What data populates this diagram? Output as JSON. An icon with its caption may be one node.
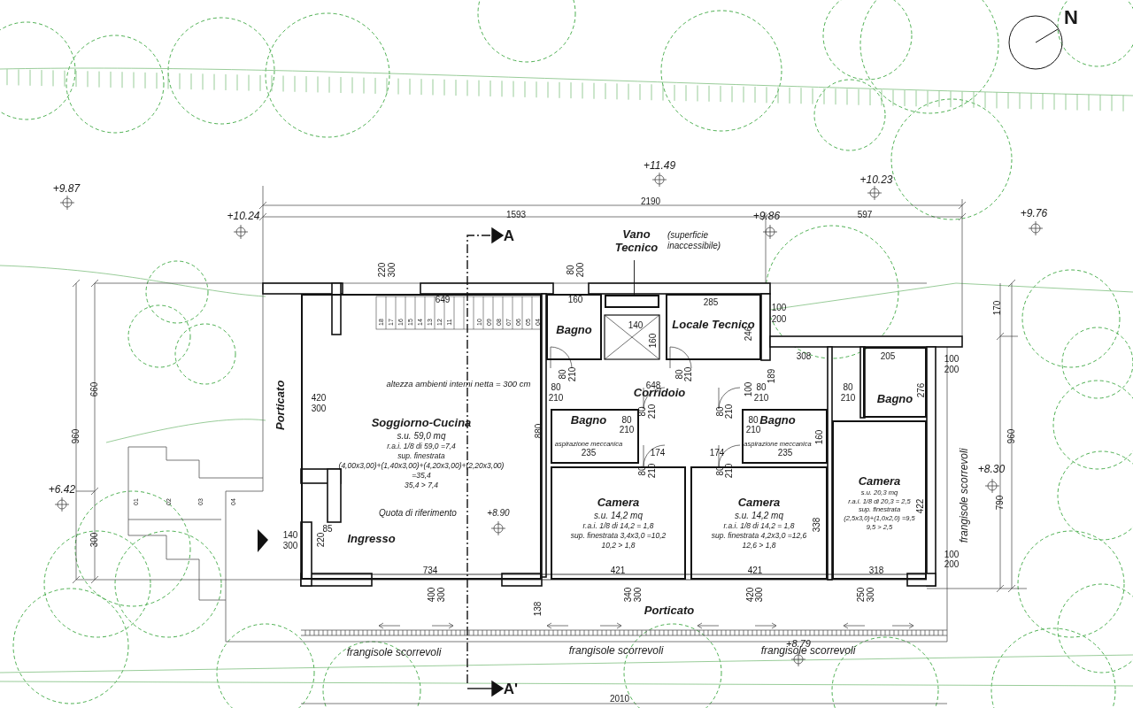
{
  "diagram": {
    "nodes": [
      {
        "text": [
          "Porticato"
        ]
      },
      {
        "text": [
          "Vano Tecnico"
        ],
        "beside": [
          "(superficie inaccessibile)"
        ]
      },
      {
        "text": [],
        "shape": "box"
      },
      {
        "text": [
          "Bagno"
        ]
      },
      {
        "text": [
          "Locale Tecnico"
        ]
      },
      {
        "text": [
          "Corridoio"
        ]
      },
      {
        "text": [
          "Bagno",
          "aspirazione meccanica"
        ]
      },
      {
        "text": [
          "Bagno",
          "aspirazione meccanica"
        ]
      },
      {
        "text": [
          "Bagno"
        ]
      },
      {
        "text": [
          "Soggiorno-Cucina",
          "s.u. 59,0 mq",
          "r.a.i. 1/8 di 59,0 =7,4",
          "sup. finestrata",
          "(4,00x3,00)+(1,40x3,00)+(4,20x3,00)+(2,20x3,00)",
          "=35,4",
          "35,4 > 7,4"
        ]
      },
      {
        "text": [
          "Ingresso"
        ],
        "in": 9
      },
      {
        "text": [
          "Camera",
          "s.u. 14,2 mq",
          "r.a.i. 1/8 di 14,2 = 1,8",
          "sup. finestrata 3,4x3,0 =10,2",
          "10,2 > 1,8"
        ]
      },
      {
        "text": [
          "Camera",
          "s.u. 14,2 mq",
          "r.a.i. 1/8 di 14,2 = 1,8",
          "sup. finestrata 4,2x3,0 =12,6",
          "12,6 > 1,8"
        ]
      },
      {
        "text": [
          "Camera",
          "s.u. 20,3 mq",
          "r.a.i. 1/8 di 20,3 = 2,5",
          "sup. finestrata",
          "(2,5x3,0)+(1,0x2,0) =9,5",
          "9,5 > 2,5"
        ]
      },
      {
        "text": [
          "Porticato"
        ]
      }
    ],
    "edges": [
      {
        "from": 1,
        "to": 2,
        "arrow": "none"
      }
    ],
    "labels": [
      "N",
      "+11.49",
      "+9.87",
      "+10.23",
      "2190",
      "+10.24",
      "1593",
      "+9.86",
      "597",
      "+9.76",
      "A",
      "220",
      "300",
      "80",
      "200",
      "649",
      "160",
      "285",
      "100",
      "200",
      "170",
      "18",
      "17",
      "16",
      "15",
      "14",
      "13",
      "12",
      "11",
      "10",
      "09",
      "08",
      "07",
      "06",
      "05",
      "04",
      "140",
      "160",
      "246",
      "308",
      "205",
      "100",
      "200",
      "80",
      "210",
      "80",
      "210",
      "189",
      "660",
      "420",
      "300",
      "altezza ambienti interni netta = 300 cm",
      "80",
      "210",
      "648",
      "100",
      "80",
      "210",
      "80",
      "210",
      "276",
      "80",
      "210",
      "80",
      "210",
      "80",
      "210",
      "80",
      "210",
      "960",
      "880",
      "160",
      "960",
      "235",
      "174",
      "174",
      "235",
      "80",
      "210",
      "80",
      "210",
      "790",
      "+8.30",
      "frangisole scorrevoli",
      "+6.42",
      "01",
      "02",
      "03",
      "04",
      "Quota di riferimento",
      "+8.90",
      "85",
      "422",
      "338",
      "300",
      "140",
      "300",
      "220",
      "100",
      "200",
      "734",
      "421",
      "421",
      "318",
      "400",
      "300",
      "340",
      "300",
      "420",
      "300",
      "250",
      "300",
      "138",
      "+8.79",
      "frangisole scorrevoli",
      "frangisole scorrevoli",
      "frangisole scorrevoli",
      "A'",
      "2010"
    ]
  }
}
